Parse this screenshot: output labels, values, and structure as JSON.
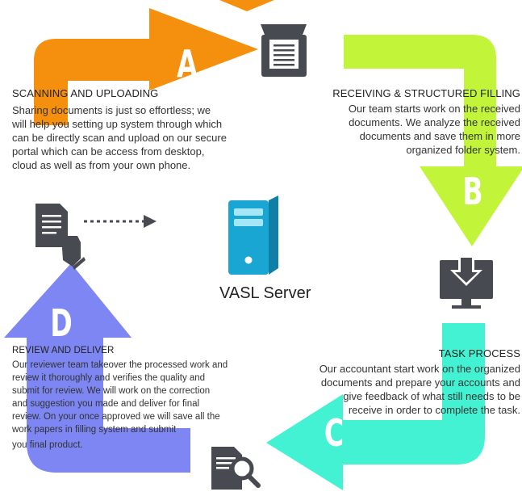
{
  "colors": {
    "orange": "#F5900E",
    "lime": "#C2F43A",
    "aqua": "#42F2D2",
    "blue": "#7D86F2",
    "icon_dark": "#474A50",
    "server_blue": "#1AA6D3",
    "server_dark": "#107FA8"
  },
  "steps": {
    "a": {
      "letter": "A",
      "title": "SCANNING AND UPLOADING",
      "lines": [
        "Sharing documents is just so effortless; we",
        "will help you setting up system through which",
        "can be directly scan and upload on our secure",
        "portal which can be access from desktop,",
        "cloud as well as from your own phone."
      ]
    },
    "b": {
      "letter": "B",
      "title": "RECEIVING & STRUCTURED FILLING",
      "lines": [
        "Our team starts work on the received",
        "documents. We analyze the received",
        "documents and save them in more",
        "organized folder system."
      ]
    },
    "c": {
      "letter": "C",
      "title": "TASK PROCESS",
      "lines": [
        "Our accountant start work on the organized",
        "documents and prepare your accounts and",
        "give feedback of what still needs to be",
        "receive in order to complete the task."
      ]
    },
    "d": {
      "letter": "D",
      "title": "REVIEW AND DELIVER",
      "lines": [
        "Our reviewer team takeover the processed work and",
        "review it thoroughly and verifies the quality and",
        "submit for review. We will work on the correction",
        "and suggestion you made and deliver for final",
        "review. On your once approved we will save all the",
        "work papers in filling system and submit",
        "you final product."
      ]
    }
  },
  "center": {
    "server_label": "VASL Server"
  },
  "icons": {
    "scanner": "scanner-icon",
    "server": "server-icon",
    "monitor": "monitor-download-icon",
    "review": "document-search-icon",
    "upload": "document-hand-icon"
  }
}
